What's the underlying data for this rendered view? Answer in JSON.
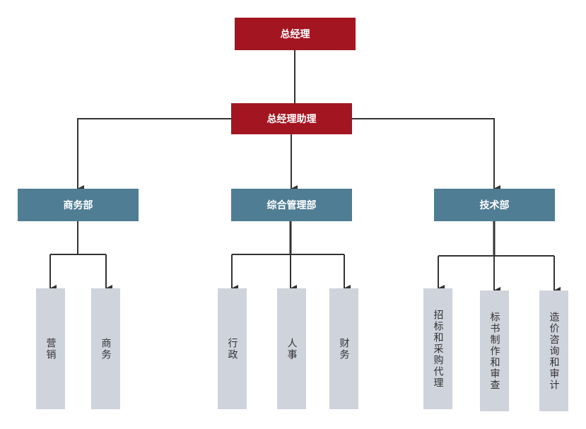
{
  "chart": {
    "root": "总经理",
    "assistant": "总经理助理",
    "departments": [
      {
        "name": "商务部",
        "children": [
          "营销",
          "商务"
        ]
      },
      {
        "name": "综合管理部",
        "children": [
          "行政",
          "人事",
          "财务"
        ]
      },
      {
        "name": "技术部",
        "children": [
          "招标和采购代理",
          "标书制作和审查",
          "造价咨询和审计"
        ]
      }
    ]
  },
  "colors": {
    "top_fill": "#a31520",
    "dept_fill": "#4f7d93",
    "leaf_fill": "#cfd3dc",
    "line": "#333333"
  }
}
